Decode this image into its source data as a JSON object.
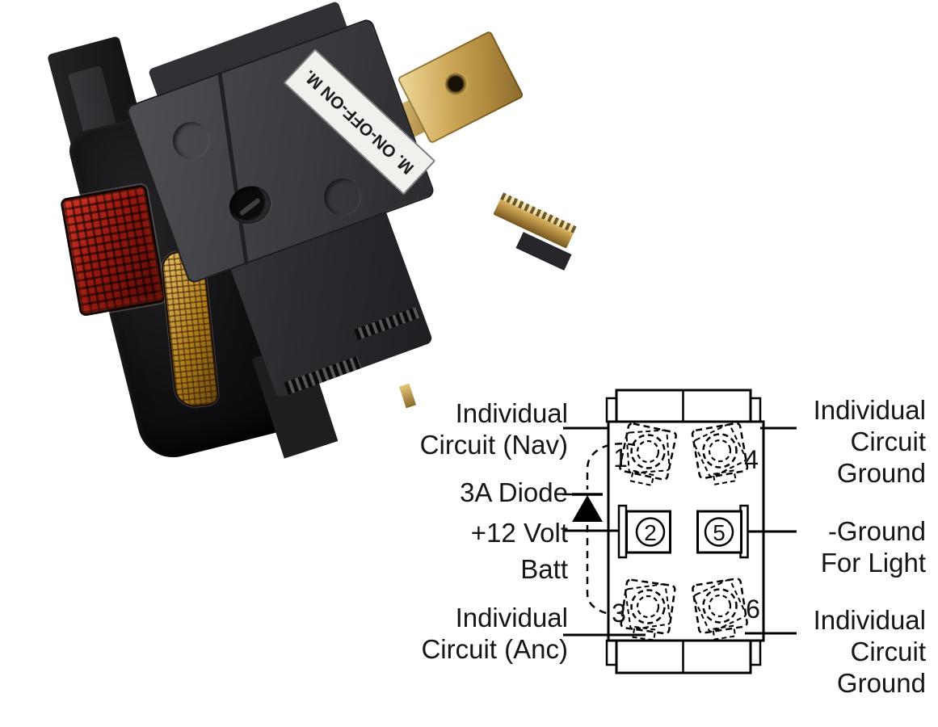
{
  "photo": {
    "description": "illuminated rocker switch product photo",
    "label_text": "M. ON-OFF-ON M."
  },
  "diagram": {
    "terminal_numbers": [
      "1",
      "2",
      "3",
      "4",
      "5",
      "6"
    ],
    "labels": {
      "nav_line1": "Individual",
      "nav_line2": "Circuit (Nav)",
      "diode": "3A Diode",
      "batt_line1": "+12 Volt",
      "batt_line2": "Batt",
      "anc_line1": "Individual",
      "anc_line2": "Circuit (Anc)",
      "gnd_top_line1": "Individual",
      "gnd_top_line2": "Circuit",
      "gnd_top_line3": "Ground",
      "light_line1": "-Ground",
      "light_line2": "For Light",
      "gnd_bot_line1": "Individual",
      "gnd_bot_line2": "Circuit",
      "gnd_bot_line3": "Ground"
    }
  },
  "colors": {
    "background": "#ffffff",
    "switch_body_gray": "#3f3f44",
    "switch_dark": "#1b1b1e",
    "part_label_bg": "#f1f0ed",
    "part_label_text": "#1b1b1b",
    "brass_terminal": "#c9a455",
    "red_lens": "#a81c12",
    "amber_lens": "#c08a25",
    "diagram_line": "#000000",
    "diagram_text": "#161616"
  }
}
